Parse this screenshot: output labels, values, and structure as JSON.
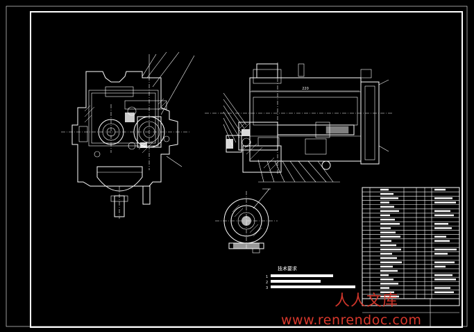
{
  "drawing": {
    "tech_requirements_title": "技术要求",
    "tech_requirements_numbers": [
      "1",
      "2",
      "3"
    ],
    "dimension_text": "220"
  },
  "watermark": {
    "text_cn": "人人文库",
    "url": "www.renrendoc.com",
    "color": "#e43b2f"
  },
  "colors": {
    "background": "#000000",
    "linework": "#ffffff"
  }
}
